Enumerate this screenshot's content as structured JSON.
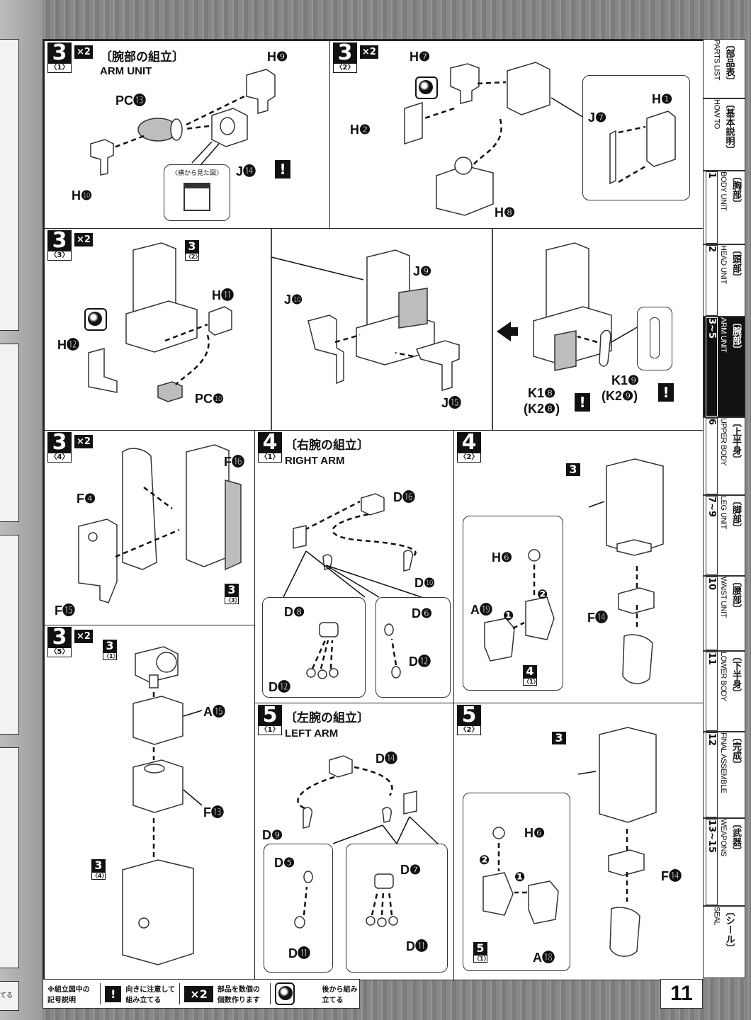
{
  "steps": {
    "s3_1": {
      "num": "3",
      "sub": "〈1〉",
      "mult": "×2",
      "title_jp": "〔腕部の組立〕",
      "title_en": "ARM UNIT",
      "labels": [
        "H❾",
        "PC⓭",
        "J⓮",
        "H❿"
      ],
      "note": "〈横から見た図〉"
    },
    "s3_2": {
      "num": "3",
      "sub": "〈2〉",
      "mult": "×2",
      "labels": [
        "H❼",
        "H❷",
        "H❽",
        "H❶",
        "J❼"
      ]
    },
    "s3_3": {
      "num": "3",
      "sub": "〈3〉",
      "mult": "×2",
      "labels": [
        "H⓫",
        "H⓬",
        "PC❿",
        "J❾",
        "J❿",
        "J⓯",
        "K1❽",
        "(K2❽)",
        "K1❾",
        "(K2❾)"
      ],
      "ref": {
        "n": "3",
        "s": "〈2〉"
      }
    },
    "s3_4": {
      "num": "3",
      "sub": "〈4〉",
      "mult": "×2",
      "labels": [
        "F⓰",
        "F❹",
        "F⓯"
      ],
      "ref": {
        "n": "3",
        "s": "〈3〉"
      }
    },
    "s3_5": {
      "num": "3",
      "sub": "〈5〉",
      "mult": "×2",
      "labels": [
        "A⓯",
        "F⓭"
      ],
      "ref1": {
        "n": "3",
        "s": "〈1〉"
      },
      "ref2": {
        "n": "3",
        "s": "〈4〉"
      }
    },
    "s4_1": {
      "num": "4",
      "sub": "〈1〉",
      "title_jp": "〔右腕の組立〕",
      "title_en": "RIGHT ARM",
      "labels": [
        "D⓰",
        "D❿",
        "D❽",
        "D⓬",
        "D❻",
        "D⓬"
      ]
    },
    "s4_2": {
      "num": "4",
      "sub": "〈2〉",
      "labels": [
        "H❻",
        "A⓳",
        "F⓮"
      ],
      "ref1": {
        "n": "3",
        "s": ""
      },
      "ref2": {
        "n": "4",
        "s": "〈1〉"
      },
      "steps": [
        "❶",
        "❷"
      ]
    },
    "s5_1": {
      "num": "5",
      "sub": "〈1〉",
      "title_jp": "〔左腕の組立〕",
      "title_en": "LEFT ARM",
      "labels": [
        "D⓮",
        "D❾",
        "D❺",
        "D⓫",
        "D❼",
        "D⓫"
      ]
    },
    "s5_2": {
      "num": "5",
      "sub": "〈2〉",
      "labels": [
        "H❻",
        "A⓲",
        "F⓮"
      ],
      "ref1": {
        "n": "3",
        "s": ""
      },
      "ref2": {
        "n": "5",
        "s": "〈1〉"
      },
      "steps": [
        "❷",
        "❶"
      ]
    }
  },
  "tabs": [
    {
      "jp": "〔部品表〕",
      "en": "PARTS LIST",
      "num": ""
    },
    {
      "jp": "〔基本説明〕",
      "en": "HOW TO",
      "num": ""
    },
    {
      "jp": "〔胸部〕",
      "en": "BODY UNIT",
      "num": "1"
    },
    {
      "jp": "〔頭部〕",
      "en": "HEAD UNIT",
      "num": "2"
    },
    {
      "jp": "〔腕部〕",
      "en": "ARM UNIT",
      "num": "3~5"
    },
    {
      "jp": "〔上半身〕",
      "en": "UPPER BODY",
      "num": "6"
    },
    {
      "jp": "〔脚部〕",
      "en": "LEG UNIT",
      "num": "7~9"
    },
    {
      "jp": "〔腰部〕",
      "en": "WAIST UNIT",
      "num": "10"
    },
    {
      "jp": "〔下半身〕",
      "en": "LOWER BODY",
      "num": "11"
    },
    {
      "jp": "〔完成〕",
      "en": "FINAL ASSEMBLE",
      "num": "12"
    },
    {
      "jp": "〔武器〕",
      "en": "WEAPONS",
      "num": "13~15"
    },
    {
      "jp": "〔シール〕",
      "en": "SEAL",
      "num": ""
    }
  ],
  "legend": {
    "head": "※組立図中の記号説明",
    "excl_icon": "!",
    "excl_text": "向きに注意して組み立てる",
    "x2_icon": "×2",
    "x2_text": "部品を数個の個数作ります",
    "back_text": "後から組み立てる"
  },
  "page_number": "11",
  "left_edge_text": "てる"
}
